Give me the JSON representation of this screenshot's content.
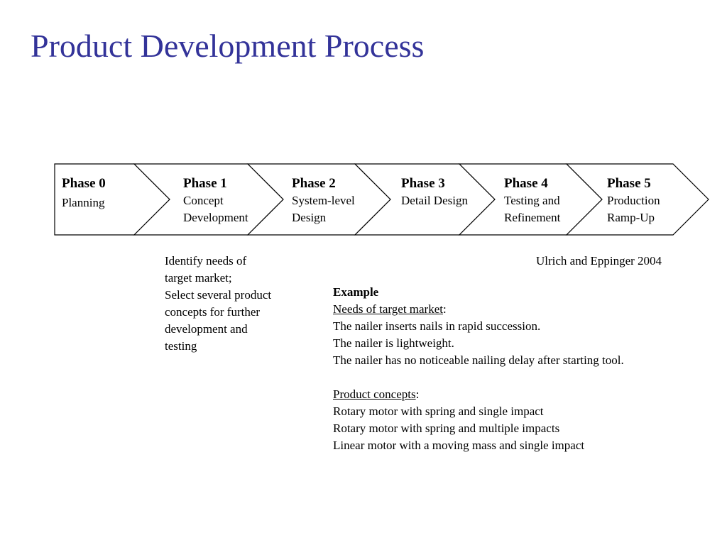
{
  "title": "Product Development Process",
  "phases": [
    {
      "label": "Phase 0",
      "sub": [
        "Planning"
      ]
    },
    {
      "label": "Phase 1",
      "sub": [
        "Concept",
        "Development"
      ]
    },
    {
      "label": "Phase 2",
      "sub": [
        "System-level",
        "Design"
      ]
    },
    {
      "label": "Phase 3",
      "sub": [
        "Detail Design"
      ]
    },
    {
      "label": "Phase 4",
      "sub": [
        "Testing and",
        "Refinement"
      ]
    },
    {
      "label": "Phase 5",
      "sub": [
        "Production",
        "Ramp-Up"
      ]
    }
  ],
  "concept_note": [
    "Identify needs of",
    "target market;",
    "Select several product",
    "concepts for further",
    "development and",
    "testing"
  ],
  "citation": "Ulrich and Eppinger 2004",
  "example": {
    "heading": "Example",
    "needs_label": "Needs of target market",
    "needs_colon": ":",
    "needs": [
      "The nailer inserts nails in rapid succession.",
      "The nailer is lightweight.",
      "The nailer has no noticeable nailing delay after starting tool."
    ],
    "concepts_label": "Product concepts",
    "concepts_colon": ":",
    "concepts": [
      "Rotary motor with spring and single impact",
      "Rotary motor with spring and multiple impacts",
      "Linear motor with a moving mass and single impact"
    ]
  },
  "colors": {
    "title": "#333399",
    "text": "#000000",
    "stroke": "#000000"
  }
}
